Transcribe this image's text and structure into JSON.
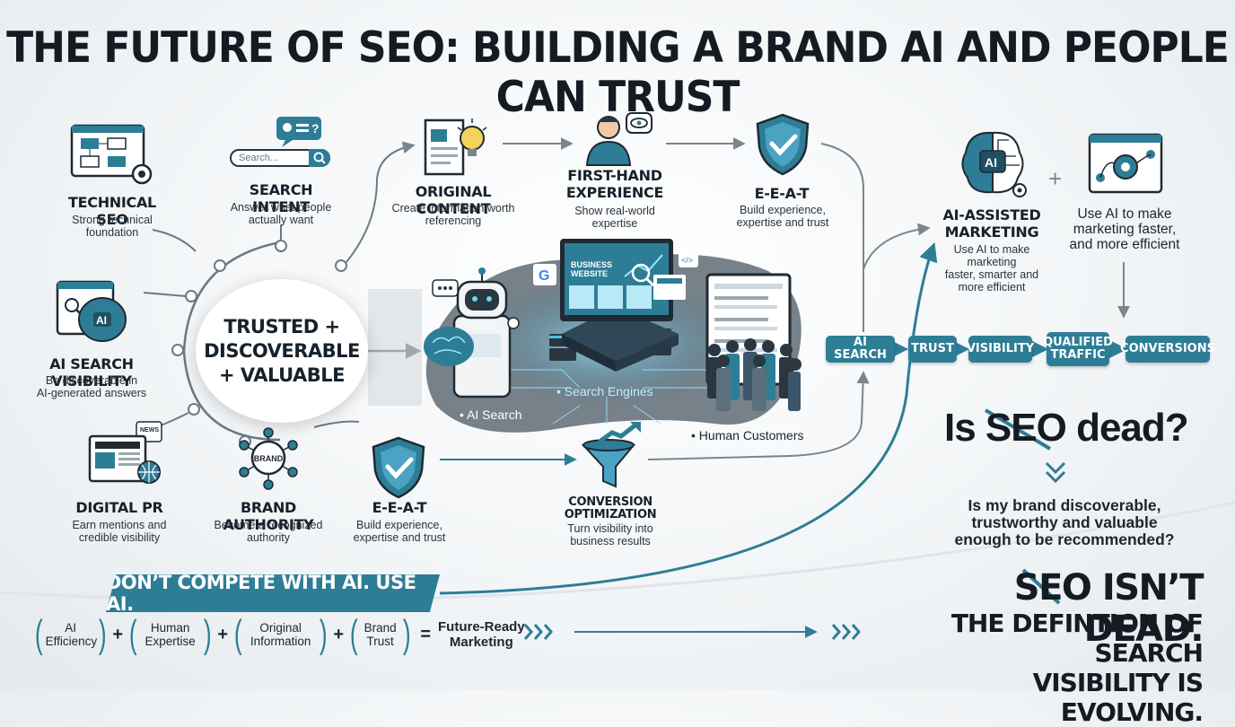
{
  "title": "THE FUTURE OF SEO: BUILDING A BRAND AI AND PEOPLE CAN TRUST",
  "colors": {
    "accent": "#2e7d96",
    "dark": "#17212b",
    "blob": "#5f6b74",
    "icon_blue": "#3b8fb0"
  },
  "nodes": {
    "technical_seo": {
      "title": "TECHNICAL SEO",
      "desc": [
        "Strong technical",
        "foundation"
      ],
      "icon": "monitor-flowchart-icon"
    },
    "search_intent": {
      "title": "SEARCH INTENT",
      "desc": [
        "Answer what people",
        "actually want"
      ],
      "search_placeholder": "Search...",
      "icon": "search-bar-icon"
    },
    "original_content": {
      "title": "ORIGINAL CONTENT",
      "desc": [
        "Create information worth",
        "referencing"
      ],
      "icon": "document-bulb-icon"
    },
    "first_hand": {
      "title": [
        "FIRST-HAND",
        "EXPERIENCE"
      ],
      "desc": [
        "Show real-world",
        "expertise"
      ],
      "icon": "person-eye-icon"
    },
    "eeat_top": {
      "title": "E-E-A-T",
      "desc": [
        "Build experience,",
        "expertise and trust"
      ],
      "icon": "shield-check-icon"
    },
    "ai_search_visibility": {
      "title": "AI SEARCH VISIBILITY",
      "desc": [
        "Be discoverable in",
        "AI-generated answers"
      ],
      "icon": "monitor-brain-icon"
    },
    "digital_pr": {
      "title": "DIGITAL PR",
      "desc": [
        "Earn mentions and",
        "credible visibility"
      ],
      "icon": "newspaper-icon",
      "news_label": "NEWS"
    },
    "brand_authority": {
      "title": "BRAND AUTHORITY",
      "desc": [
        "Become a recognized",
        "authority"
      ],
      "icon": "brand-network-icon",
      "badge": "BRAND"
    },
    "eeat_bottom": {
      "title": "E-E-A-T",
      "desc": [
        "Build experience,",
        "expertise and trust"
      ],
      "icon": "shield-check-icon"
    },
    "conversion": {
      "title": [
        "CONVERSION",
        "OPTIMIZATION"
      ],
      "desc": [
        "Turn visibility into",
        "business results"
      ],
      "icon": "funnel-arrow-icon"
    },
    "ai_assisted": {
      "title": [
        "AI-ASSISTED",
        "MARKETING"
      ],
      "desc": [
        "Use AI to make",
        "marketing",
        "faster, smarter and",
        "more efficient"
      ],
      "icon": "brain-circuit-icon",
      "chip": "AI"
    },
    "use_ai": {
      "desc": [
        "Use AI to make",
        "marketing faster,",
        "and more efficient"
      ],
      "icon": "monitor-gears-icon"
    }
  },
  "center": [
    "TRUSTED +",
    "DISCOVERABLE",
    "+ VALUABLE"
  ],
  "scene": {
    "ai_search_label": "AI Search",
    "search_engines_label": "Search Engines",
    "human_customers_label": "Human Customers",
    "website_label": [
      "BUSINESS",
      "WEBSITE"
    ],
    "brain_chip": "AI"
  },
  "pipeline": [
    "AI SEARCH",
    "TRUST",
    "VISIBILITY",
    [
      "QUALIFIED",
      "TRAFFIC"
    ],
    "CONVERSIONS"
  ],
  "question": {
    "big": "Is SEO dead?",
    "text": [
      "Is my brand discoverable,",
      "trustworthy and valuable",
      "enough to be recommended?"
    ]
  },
  "conclusion": {
    "line1": "SEO ISN’T DEAD.",
    "line2": [
      "THE DEFINTION OF SEARCH",
      "VISIBILITY IS EVOLVING."
    ]
  },
  "banner": "DON’T COMPETE WITH AI. USE AI.",
  "formula": {
    "terms": [
      [
        "AI",
        "Efficiency"
      ],
      [
        "Human",
        "Expertise"
      ],
      [
        "Original",
        "Information"
      ],
      [
        "Brand",
        "Trust"
      ]
    ],
    "plus": "+",
    "equals": "=",
    "result": [
      "Future-Ready",
      "Marketing"
    ]
  },
  "plus_sign": "+"
}
